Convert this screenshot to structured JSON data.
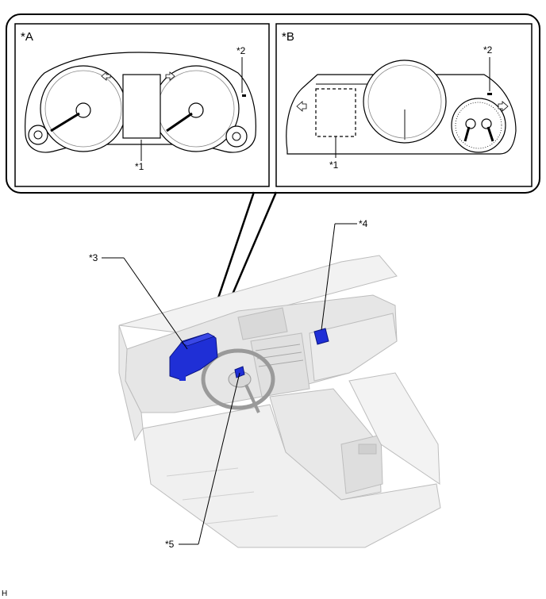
{
  "panels": [
    {
      "title": "*A",
      "callouts": [
        "*1",
        "*2"
      ]
    },
    {
      "title": "*B",
      "callouts": [
        "*1",
        "*2"
      ]
    }
  ],
  "callouts": {
    "c3": "*3",
    "c4": "*4",
    "c5": "*5"
  },
  "footer_code": "H",
  "colors": {
    "highlight": "#1f2fd6",
    "outline": "#000000",
    "body_fill": "#eeeeee"
  }
}
